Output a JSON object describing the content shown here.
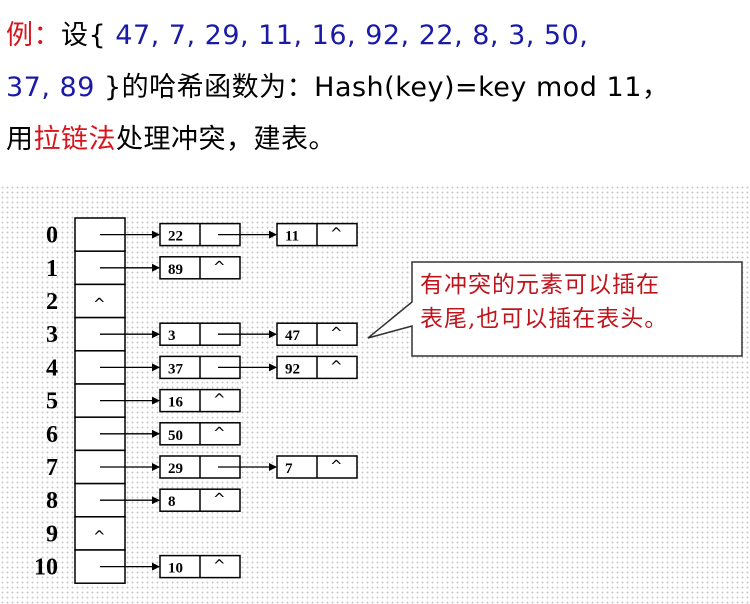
{
  "problem": {
    "label": "例：",
    "set_text": "设{",
    "keys_line1": " 47, 7, 29, 11, 16, 92, 22, 8, 3, 50,",
    "keys_line2": "37, 89 ",
    "after_keys": "}的哈希函数为：Hash(key)=key mod 11，",
    "line3_pre": "用",
    "method": "拉链法",
    "line3_post": "处理冲突，建表。"
  },
  "table": {
    "null_symbol": "^",
    "rows": [
      {
        "index": "0",
        "chain": [
          "22",
          "11"
        ]
      },
      {
        "index": "1",
        "chain": [
          "89"
        ]
      },
      {
        "index": "2",
        "chain": []
      },
      {
        "index": "3",
        "chain": [
          "3",
          "47"
        ]
      },
      {
        "index": "4",
        "chain": [
          "37",
          "92"
        ]
      },
      {
        "index": "5",
        "chain": [
          "16"
        ]
      },
      {
        "index": "6",
        "chain": [
          "50"
        ]
      },
      {
        "index": "7",
        "chain": [
          "29",
          "7"
        ]
      },
      {
        "index": "8",
        "chain": [
          "8"
        ]
      },
      {
        "index": "9",
        "chain": []
      },
      {
        "index": "10",
        "chain": [
          "10"
        ]
      }
    ]
  },
  "callout": {
    "line1": "有冲突的元素可以插在",
    "line2": "表尾,也可以插在表头。"
  }
}
